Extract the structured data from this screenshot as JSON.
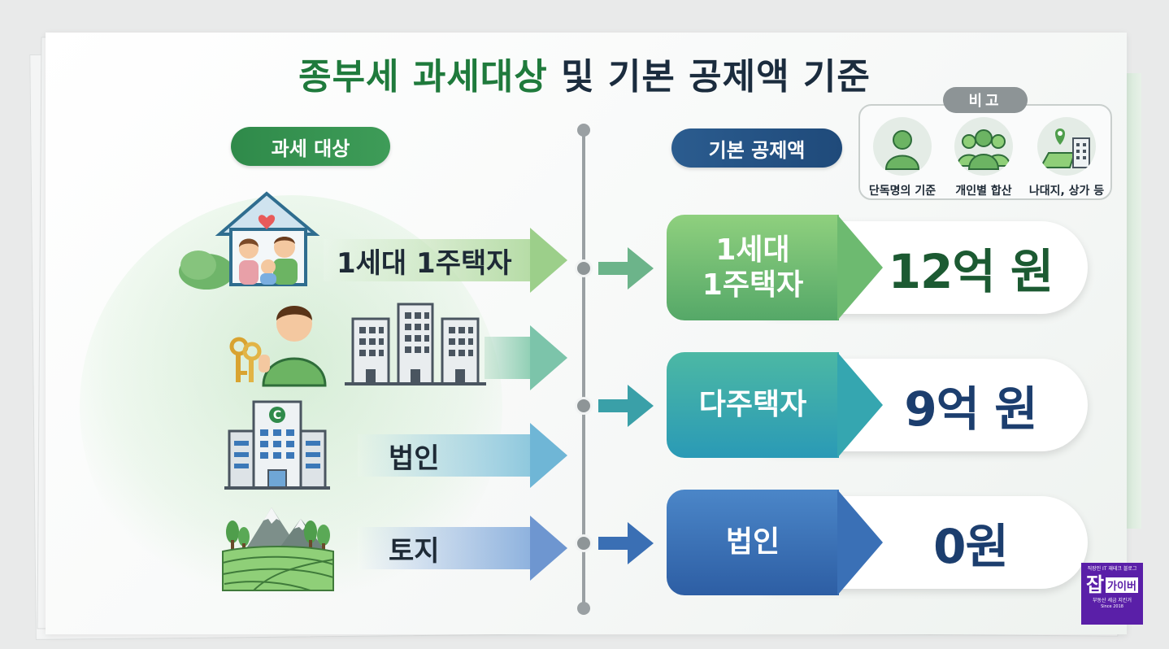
{
  "title": {
    "part1": "종부세 과세대상",
    "part2": " 및 기본 공제액 기준"
  },
  "left": {
    "header": "과세 대상",
    "items": [
      {
        "label": "1세대 1주택자"
      },
      {
        "label": ""
      },
      {
        "label": "법인"
      },
      {
        "label": "토지"
      }
    ]
  },
  "right": {
    "header": "기본 공제액",
    "results": [
      {
        "label_line1": "1세대",
        "label_line2": "1주택자",
        "value": "12억 원"
      },
      {
        "label_line1": "다주택자",
        "label_line2": "",
        "value": "9억 원"
      },
      {
        "label_line1": "법인",
        "label_line2": "",
        "value": "0원"
      }
    ]
  },
  "notes": {
    "tag": "비고",
    "items": [
      {
        "caption": "단독명의 기준",
        "icon": "single-person-icon"
      },
      {
        "caption": "개인별 합산",
        "icon": "family-group-icon"
      },
      {
        "caption": "나대지, 상가 등",
        "icon": "land-building-icon"
      }
    ]
  },
  "logo": {
    "line1": "직장인 IT 재테크 블로그",
    "big": "잡",
    "small": "가이버",
    "line3": "부동산 세금 지킨거",
    "line4": "Since 2018"
  },
  "colors": {
    "green": "#1f7a3c",
    "teal": "#2c9a8e",
    "blue": "#2f68b0",
    "navy": "#1c3e6e",
    "grey": "#8d9496"
  }
}
